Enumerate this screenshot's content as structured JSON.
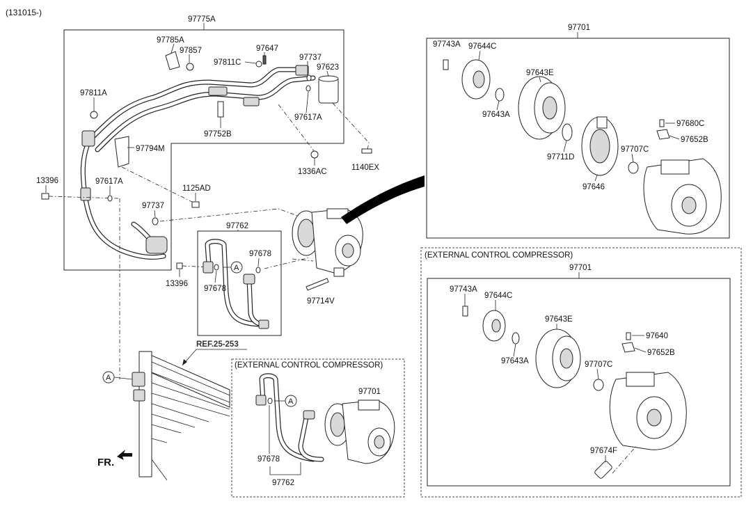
{
  "header": {
    "code": "(131015-)"
  },
  "labels": {
    "p97775A": "97775A",
    "p97785A": "97785A",
    "p97857": "97857",
    "p97647": "97647",
    "p97811C": "97811C",
    "p97737_top": "97737",
    "p97623": "97623",
    "p97811A": "97811A",
    "p97617A_top": "97617A",
    "p97752B": "97752B",
    "p97794M": "97794M",
    "p1336AC": "1336AC",
    "p1140EX": "1140EX",
    "p13396_a": "13396",
    "p97617A_mid": "97617A",
    "p1125AD": "1125AD",
    "p97737_mid": "97737",
    "p97762": "97762",
    "p97678_a": "97678",
    "p97678_b": "97678",
    "p13396_b": "13396",
    "p97714V": "97714V",
    "p97701_top": "97701",
    "p97743A_top": "97743A",
    "p97644C_top": "97644C",
    "p97643E_top": "97643E",
    "p97643A_top": "97643A",
    "p97711D": "97711D",
    "p97646": "97646",
    "p97680C": "97680C",
    "p97652B_top": "97652B",
    "p97707C_top": "97707C",
    "ext_title_right": "(EXTERNAL CONTROL COMPRESSOR)",
    "p97701_mid": "97701",
    "p97743A_mid": "97743A",
    "p97644C_mid": "97644C",
    "p97643E_mid": "97643E",
    "p97640": "97640",
    "p97652B_mid": "97652B",
    "p97643A_mid": "97643A",
    "p97707C_mid": "97707C",
    "p97674F": "97674F",
    "ref": "REF.25-253",
    "ext_title_bottom": "(EXTERNAL CONTROL COMPRESSOR)",
    "p97701_bot": "97701",
    "p97678_bot": "97678",
    "p97762_bot": "97762",
    "fr": "FR.",
    "circle_a": "A"
  },
  "colors": {
    "ink": "#222222",
    "background": "#ffffff"
  }
}
